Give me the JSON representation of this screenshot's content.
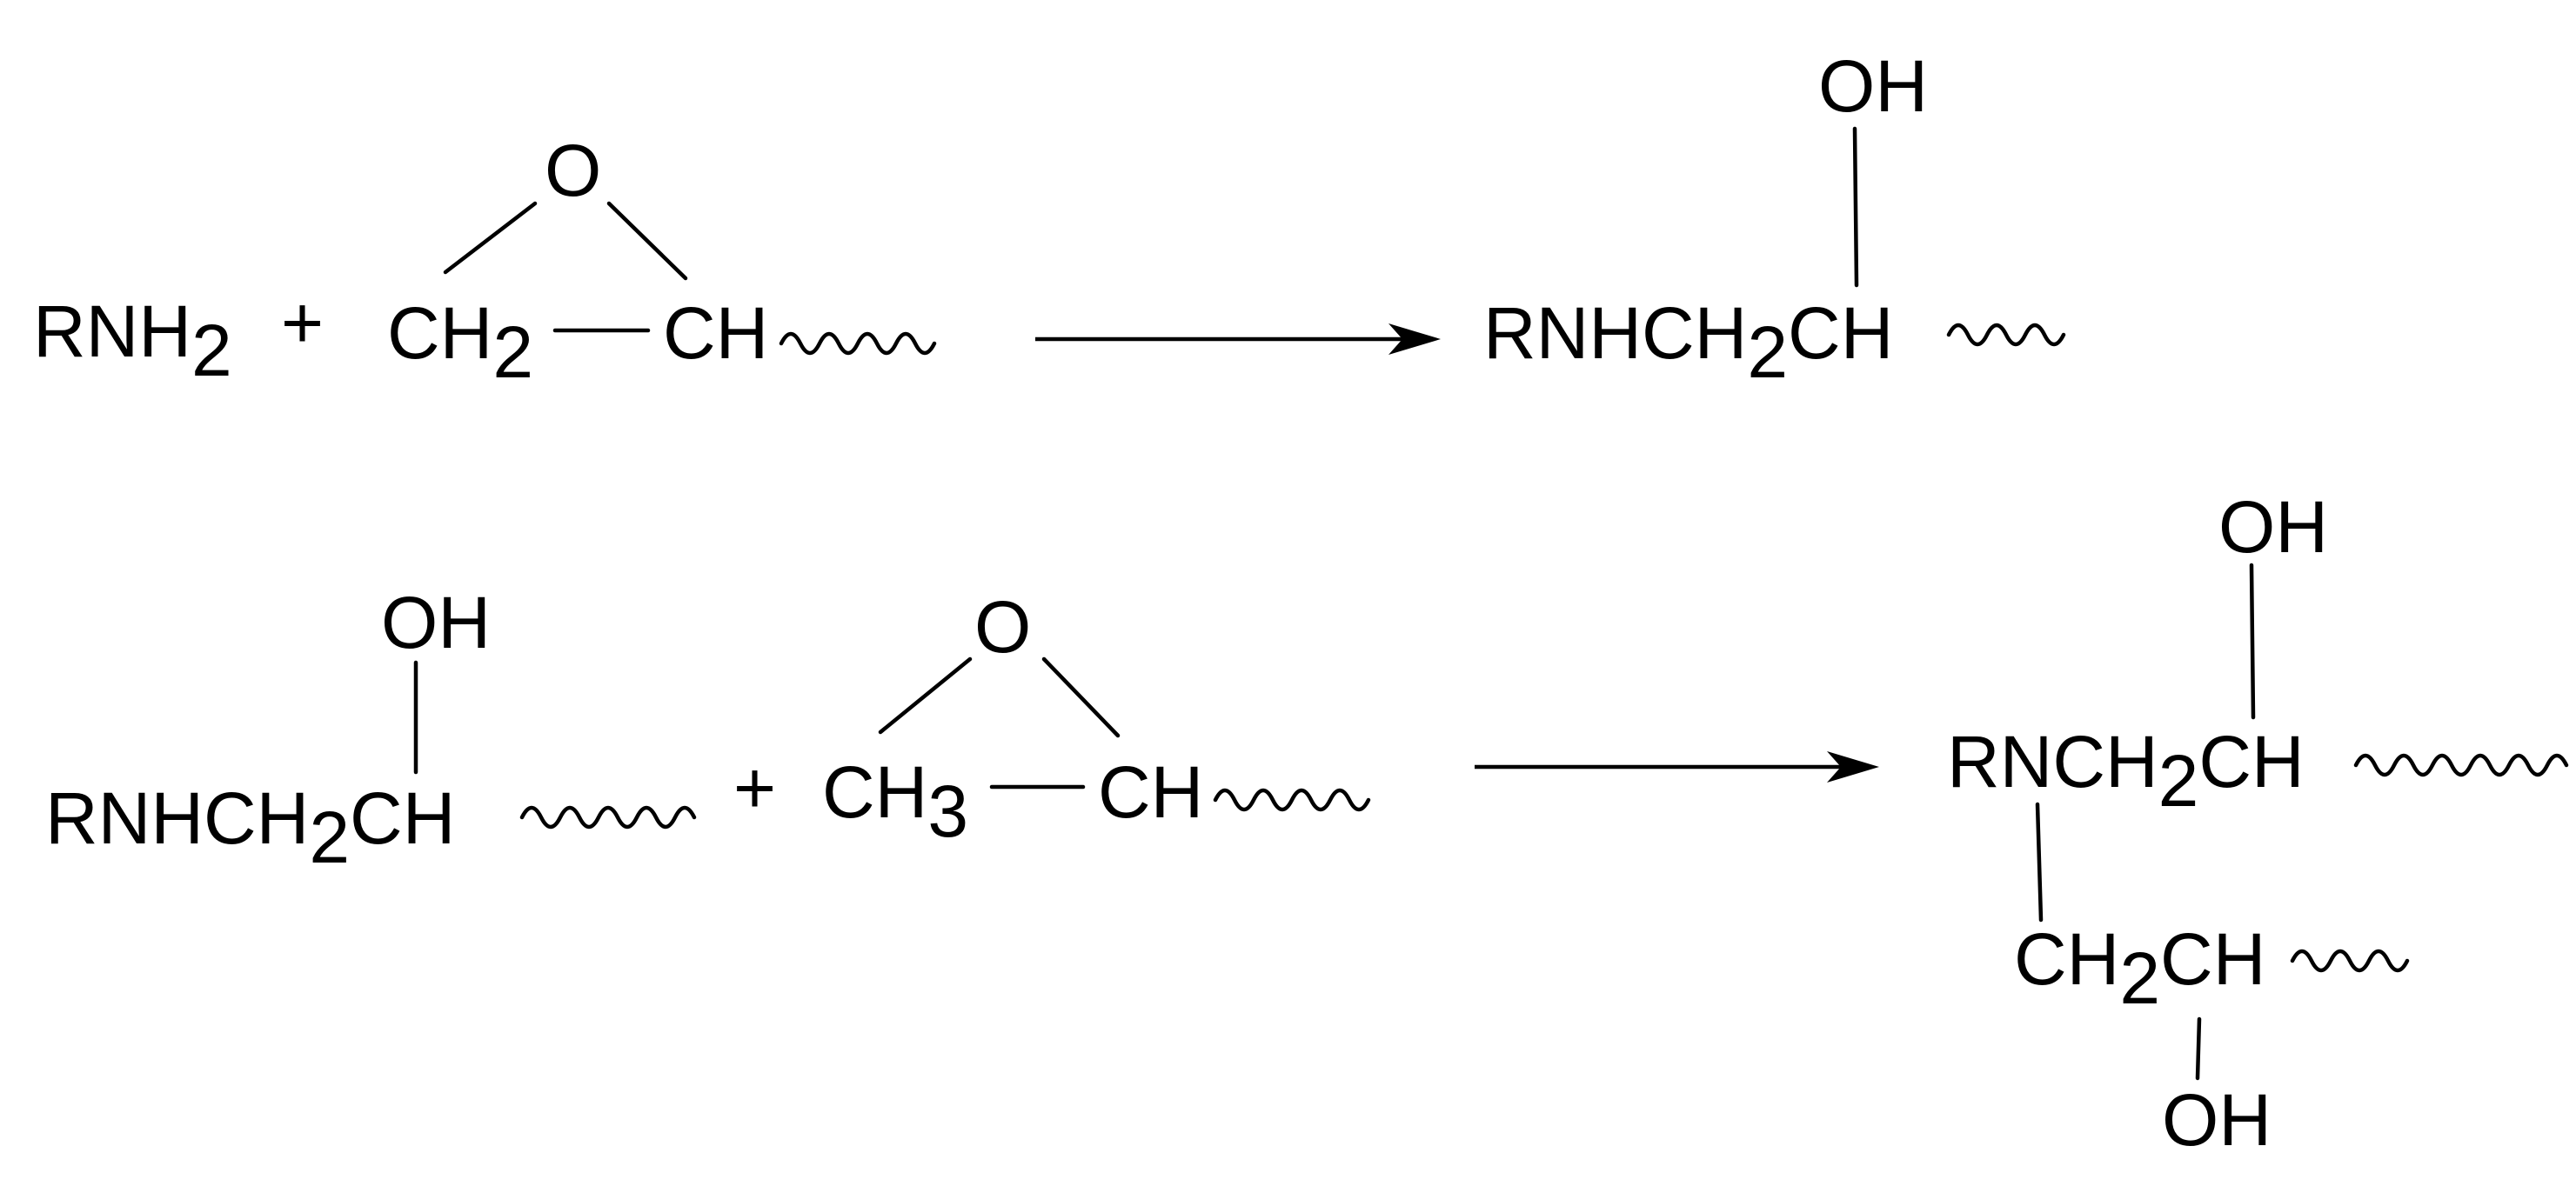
{
  "reaction1": {
    "reactant_amine": {
      "main": "RNH",
      "sub": "2"
    },
    "plus": "+",
    "epoxide": {
      "oxygen": "O",
      "left_main": "CH",
      "left_sub": "2",
      "right": "CH"
    },
    "product": {
      "part1": "RNHCH",
      "sub": "2",
      "part2": "CH",
      "hydroxyl": "OH"
    }
  },
  "reaction2": {
    "reactant_alcohol": {
      "part1": "RNHCH",
      "sub": "2",
      "part2": "CH",
      "hydroxyl": "OH"
    },
    "plus": "+",
    "epoxide": {
      "oxygen": "O",
      "left_main": "CH",
      "left_sub": "3",
      "right": "CH"
    },
    "product": {
      "main_part1": "RNCH",
      "main_sub": "2",
      "main_part2": "CH",
      "main_hydroxyl": "OH",
      "branch_part1": "CH",
      "branch_sub": "2",
      "branch_part2": "CH",
      "branch_hydroxyl": "OH"
    }
  }
}
